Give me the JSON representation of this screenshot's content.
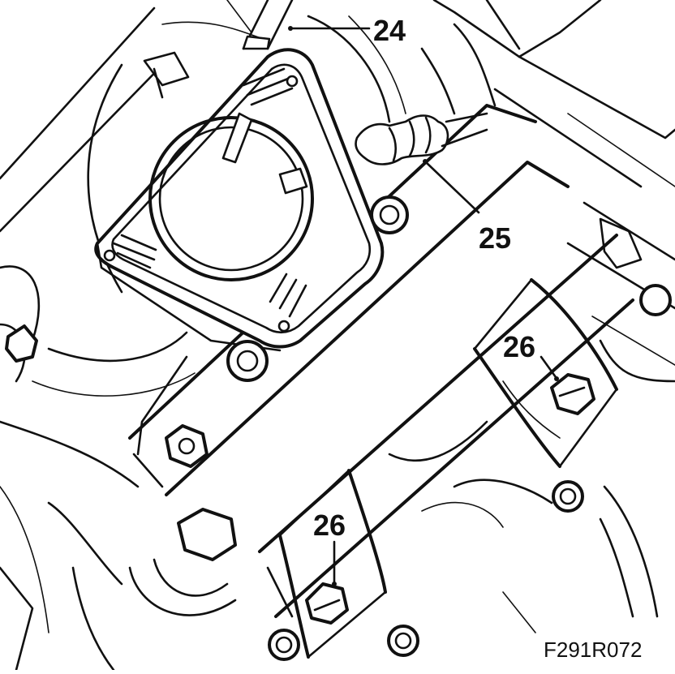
{
  "callouts": [
    {
      "id": "c24",
      "label": "24"
    },
    {
      "id": "c25",
      "label": "25"
    },
    {
      "id": "c26a",
      "label": "26"
    },
    {
      "id": "c26b",
      "label": "26"
    }
  ],
  "figure_code": "F291R072",
  "colors": {
    "ink": "#111111",
    "paper": "#ffffff"
  }
}
